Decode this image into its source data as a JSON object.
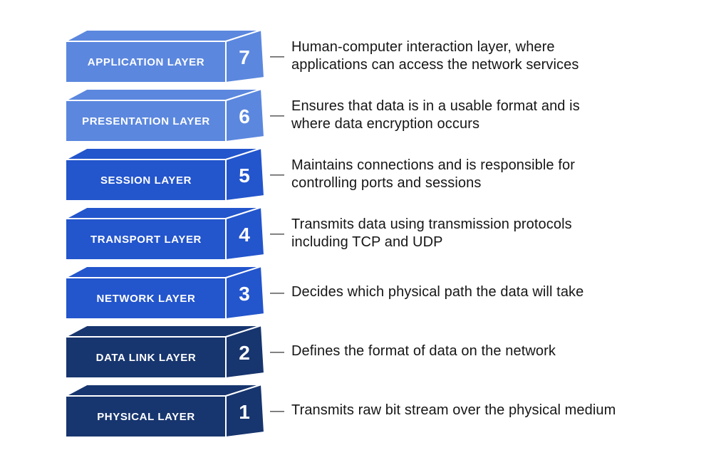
{
  "diagram": {
    "dash": "—",
    "layers": [
      {
        "number": "7",
        "name": "APPLICATION LAYER",
        "color": "#5b87de",
        "description_lines": [
          "Human-computer interaction layer, where",
          "applications can access the network services"
        ]
      },
      {
        "number": "6",
        "name": "PRESENTATION LAYER",
        "color": "#5b87de",
        "description_lines": [
          "Ensures that data is in a usable format and is",
          "where data encryption occurs"
        ]
      },
      {
        "number": "5",
        "name": "SESSION LAYER",
        "color": "#2355cc",
        "description_lines": [
          "Maintains connections and is responsible for",
          "controlling ports and sessions"
        ]
      },
      {
        "number": "4",
        "name": "TRANSPORT LAYER",
        "color": "#2355cc",
        "description_lines": [
          "Transmits data using transmission protocols",
          "including TCP and UDP"
        ]
      },
      {
        "number": "3",
        "name": "NETWORK LAYER",
        "color": "#2355cc",
        "description_lines": [
          "Decides which physical path the data will take"
        ]
      },
      {
        "number": "2",
        "name": "DATA LINK LAYER",
        "color": "#17356e",
        "description_lines": [
          "Defines the format of data on the network"
        ]
      },
      {
        "number": "1",
        "name": "PHYSICAL LAYER",
        "color": "#17356e",
        "description_lines": [
          "Transmits raw bit stream over the physical medium"
        ]
      }
    ]
  }
}
